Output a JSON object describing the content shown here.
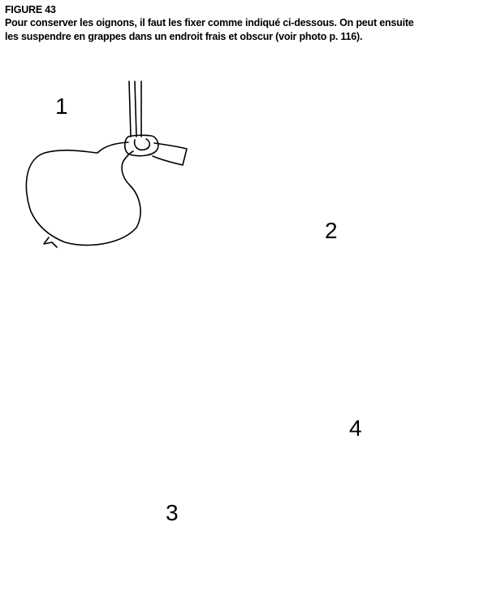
{
  "figure": {
    "title": "FIGURE 43",
    "caption_line1": "Pour conserver les oignons, il faut les fixer comme indiqué ci-dessous. On peut ensuite",
    "caption_line2": "les suspendre en grappes dans un endroit frais et obscur (voir photo p. 116)."
  },
  "steps": [
    {
      "number": "1"
    },
    {
      "number": "2"
    },
    {
      "number": "3"
    },
    {
      "number": "4"
    }
  ]
}
